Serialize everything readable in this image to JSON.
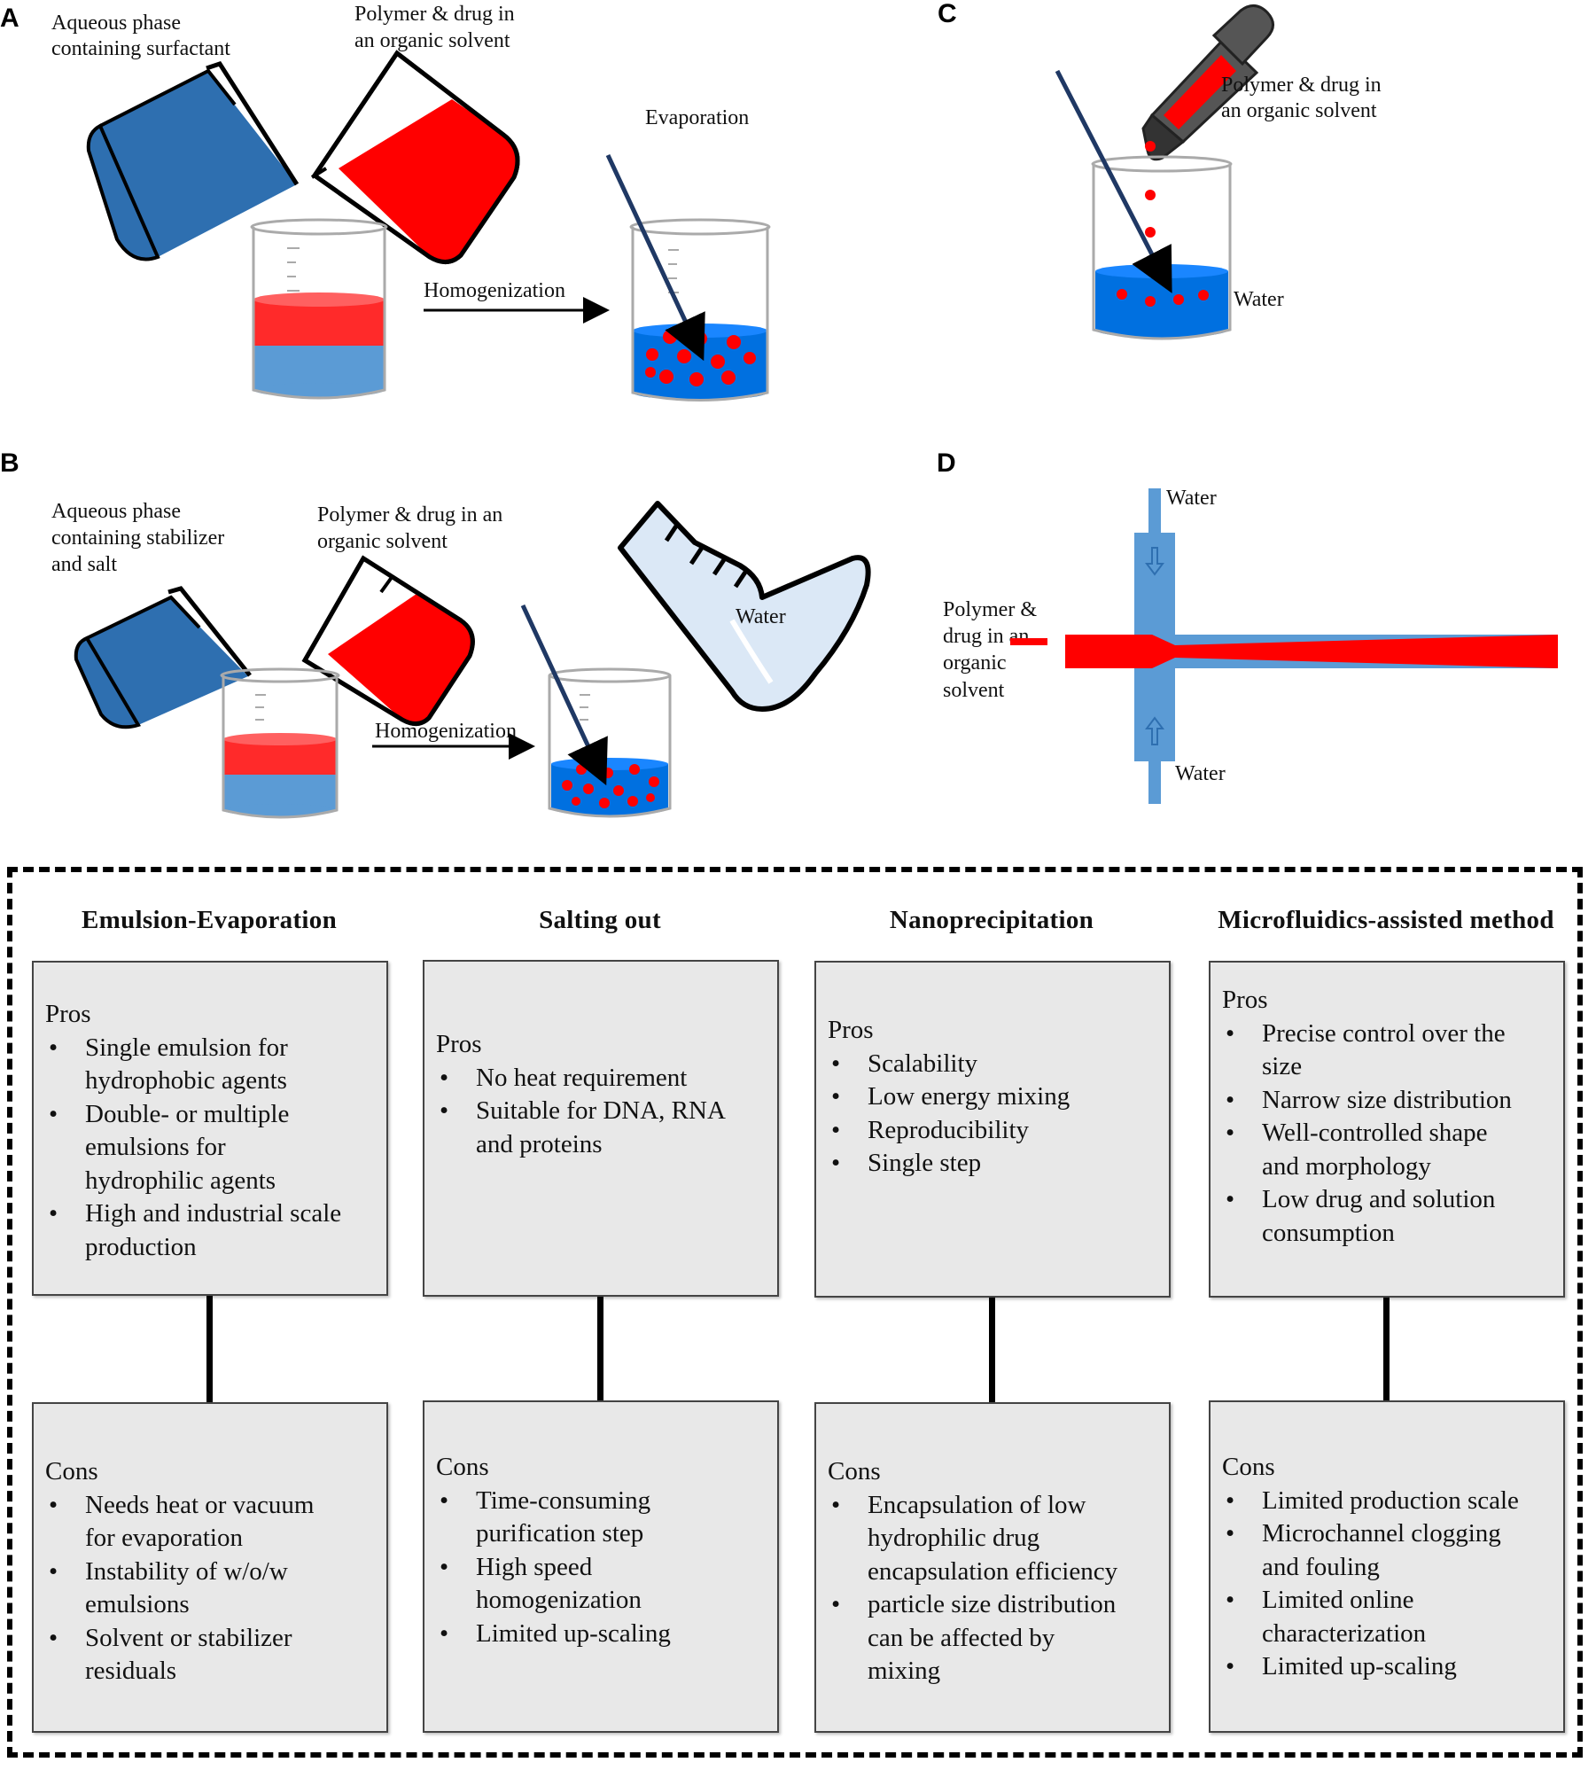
{
  "panels": {
    "a": {
      "letter": "A",
      "aqueous_label": [
        "Aqueous phase",
        "containing surfactant"
      ],
      "organic_label": [
        "Polymer & drug in",
        "an organic solvent"
      ],
      "step_label": "Homogenization",
      "final_label": "Evaporation"
    },
    "b": {
      "letter": "B",
      "aqueous_label": [
        "Aqueous phase",
        "containing stabilizer",
        "and salt"
      ],
      "organic_label": [
        "Polymer & drug in an",
        "organic solvent"
      ],
      "step_label": "Homogenization",
      "flask_label": "Water"
    },
    "c": {
      "letter": "C",
      "organic_label": [
        "Polymer & drug in",
        "an organic solvent"
      ],
      "water_label": "Water"
    },
    "d": {
      "letter": "D",
      "organic_label": [
        "Polymer &",
        "drug in an",
        "organic",
        "solvent"
      ],
      "water_top": "Water",
      "water_bottom": "Water"
    }
  },
  "colors": {
    "aqueous_blue": "#2e6fb0",
    "aqueous_light": "#5b9bd5",
    "water_bright": "#0070e0",
    "organic_red": "#ff0000",
    "channel_blue": "#5b9bd5",
    "flask_fill": "#dbe8f6",
    "card_fill": "#e8e8e8"
  },
  "summary": {
    "methods": [
      {
        "title": "Emulsion-Evaporation",
        "pros_heading": "Pros",
        "pros": [
          "Single emulsion for hydrophobic agents",
          "Double- or multiple emulsions for hydrophilic agents",
          "High and industrial scale production"
        ],
        "pros_lines": [
          [
            "Single emulsion for",
            "hydrophobic agents"
          ],
          [
            "Double- or multiple",
            "emulsions for",
            "hydrophilic agents"
          ],
          [
            "High and industrial scale",
            "production"
          ]
        ],
        "cons_heading": "Cons",
        "cons": [
          "Needs heat or vacuum for evaporation",
          "Instability of w/o/w emulsions",
          "Solvent or stabilizer residuals"
        ],
        "cons_lines": [
          [
            "Needs heat or vacuum",
            "for evaporation"
          ],
          [
            "Instability of w/o/w",
            "emulsions"
          ],
          [
            "Solvent or stabilizer",
            "residuals"
          ]
        ]
      },
      {
        "title": "Salting out",
        "pros_heading": "Pros",
        "pros": [
          "No heat requirement",
          "Suitable for DNA, RNA and proteins"
        ],
        "pros_lines": [
          [
            "No heat requirement"
          ],
          [
            "Suitable for DNA, RNA",
            "and proteins"
          ]
        ],
        "cons_heading": "Cons",
        "cons": [
          "Time-consuming purification step",
          "High speed homogenization",
          "Limited up-scaling"
        ],
        "cons_lines": [
          [
            "Time-consuming",
            "purification step"
          ],
          [
            "High speed",
            "homogenization"
          ],
          [
            "Limited up-scaling"
          ]
        ]
      },
      {
        "title": "Nanoprecipitation",
        "pros_heading": "Pros",
        "pros": [
          "Scalability",
          "Low energy mixing",
          "Reproducibility",
          "Single step"
        ],
        "pros_lines": [
          [
            "Scalability"
          ],
          [
            "Low energy mixing"
          ],
          [
            "Reproducibility"
          ],
          [
            "Single step"
          ]
        ],
        "cons_heading": "Cons",
        "cons": [
          "Encapsulation of low hydrophilic drug encapsulation efficiency",
          "particle size distribution can be affected by mixing"
        ],
        "cons_lines": [
          [
            "Encapsulation of low",
            "hydrophilic drug",
            "encapsulation efficiency"
          ],
          [
            "particle size distribution",
            "can be affected by",
            "mixing"
          ]
        ]
      },
      {
        "title": "Microfluidics-assisted method",
        "pros_heading": "Pros",
        "pros": [
          "Precise control over the size",
          "Narrow size distribution",
          "Well-controlled shape and morphology",
          "Low drug and solution consumption"
        ],
        "pros_lines": [
          [
            "Precise control over the",
            "size"
          ],
          [
            "Narrow size distribution"
          ],
          [
            "Well-controlled shape",
            "and morphology"
          ],
          [
            "Low drug and solution",
            "consumption"
          ]
        ],
        "cons_heading": "Cons",
        "cons": [
          "Limited production scale",
          "Microchannel clogging and fouling",
          "Limited online characterization",
          "Limited up-scaling"
        ],
        "cons_lines": [
          [
            "Limited production scale"
          ],
          [
            "Microchannel clogging",
            "and fouling"
          ],
          [
            "Limited online",
            "characterization"
          ],
          [
            "Limited up-scaling"
          ]
        ]
      }
    ]
  }
}
